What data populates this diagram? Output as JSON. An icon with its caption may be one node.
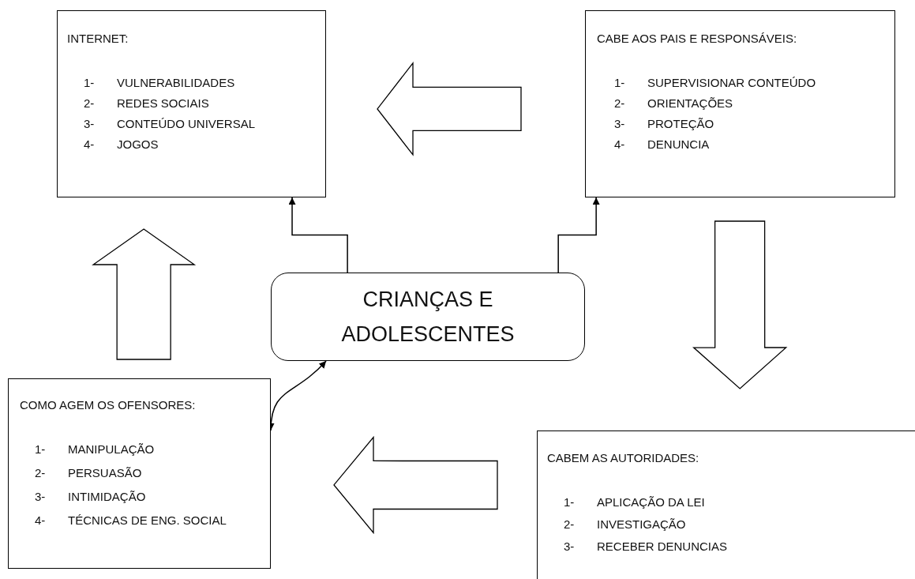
{
  "diagram": {
    "nodes": [
      {
        "text": [
          "INTERNET:",
          "1- VULNERABILIDADES",
          "2- REDES SOCIAIS",
          "3- CONTEÚDO UNIVERSAL",
          "4- JOGOS"
        ]
      },
      {
        "text": [
          "CABE AOS PAIS E RESPONSÁVEIS:",
          "1- SUPERVISIONAR CONTEÚDO",
          "2- ORIENTAÇÕES",
          "3- PROTEÇÃO",
          "4- DENUNCIA"
        ]
      },
      {
        "text": [
          "CRIANÇAS E ADOLESCENTES"
        ]
      },
      {
        "text": [
          "COMO AGEM OS OFENSORES:",
          "1- MANIPULAÇÃO",
          "2- PERSUASÃO",
          "3- INTIMIDAÇÃO",
          "4- TÉCNICAS DE ENG. SOCIAL"
        ]
      },
      {
        "text": [
          "CABEM AS AUTORIDADES:",
          "1- APLICAÇÃO DA LEI",
          "2- INVESTIGAÇÃO",
          "3- RECEBER DENUNCIAS"
        ]
      }
    ],
    "edges": [
      {
        "from": 2,
        "to": 0,
        "arrow": "to"
      },
      {
        "from": 2,
        "to": 1,
        "arrow": "to"
      },
      {
        "from": 3,
        "to": 2,
        "arrow": "both"
      },
      {
        "from": 1,
        "to": 0,
        "arrow": "to",
        "style": "thick"
      },
      {
        "from": 3,
        "to": 0,
        "arrow": "to",
        "style": "thick"
      },
      {
        "from": 1,
        "to": 4,
        "arrow": "to",
        "style": "thick"
      },
      {
        "from": 4,
        "to": 3,
        "arrow": "to",
        "style": "thick"
      }
    ]
  }
}
